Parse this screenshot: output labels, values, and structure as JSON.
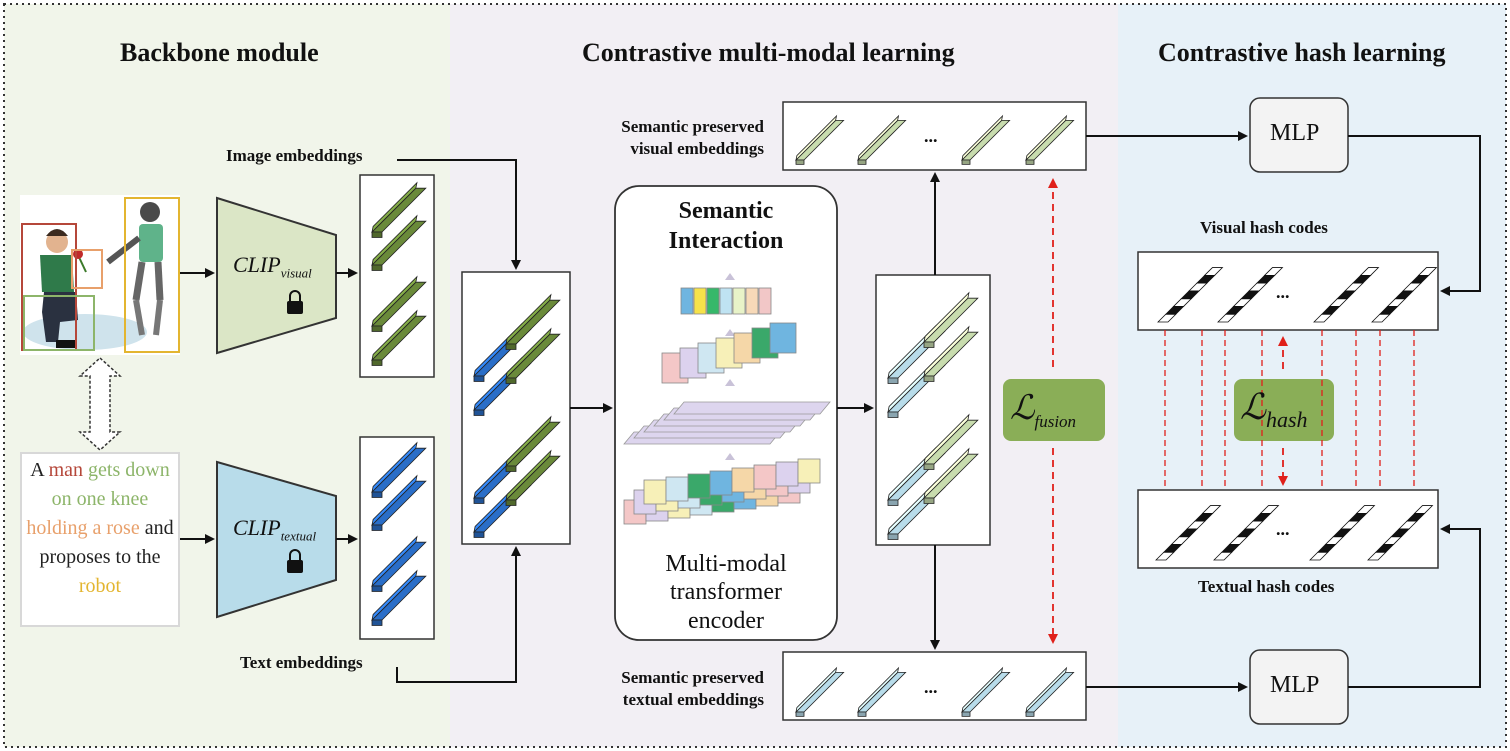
{
  "sections": {
    "backbone": "Backbone module",
    "multimodal": "Contrastive multi-modal learning",
    "hash": "Contrastive hash learning"
  },
  "backbone": {
    "image_embeddings_label": "Image embeddings",
    "text_embeddings_label": "Text embeddings",
    "clip_visual": {
      "main": "CLIP",
      "sub": "visual"
    },
    "clip_textual": {
      "main": "CLIP",
      "sub": "textual"
    },
    "caption_words": [
      {
        "text": "A ",
        "color": "#222222"
      },
      {
        "text": "man",
        "color": "#b5473a"
      },
      {
        "text": " ",
        "color": "#222222"
      },
      {
        "text": "gets down on one knee",
        "color": "#8db56a"
      },
      {
        "text": " ",
        "color": "#222222"
      },
      {
        "text": "holding a rose",
        "color": "#e8a06b"
      },
      {
        "text": " and proposes to the ",
        "color": "#222222"
      },
      {
        "text": "robot",
        "color": "#e3b530"
      }
    ]
  },
  "multimodal": {
    "semantic_interaction_line1": "Semantic",
    "semantic_interaction_line2": "Interaction",
    "encoder_line1": "Multi-modal",
    "encoder_line2": "transformer",
    "encoder_line3": "encoder",
    "visual_preserved_line1": "Semantic preserved",
    "visual_preserved_line2": "visual embeddings",
    "textual_preserved_line1": "Semantic preserved",
    "textual_preserved_line2": "textual embeddings",
    "loss_fusion": {
      "symbol": "ℒ",
      "sub": "fusion"
    },
    "ellipsis": "..."
  },
  "hash": {
    "mlp_top": "MLP",
    "mlp_bottom": "MLP",
    "visual_hash_label": "Visual hash codes",
    "textual_hash_label": "Textual hash codes",
    "loss_hash": {
      "symbol": "ℒ",
      "sub": "hash"
    },
    "ellipsis": "..."
  },
  "colors": {
    "bg_backbone": "#f1f5ea",
    "bg_multimodal": "#f2eff4",
    "bg_hash": "#e7f1f8",
    "green_bar": "#6a8a3a",
    "blue_bar": "#2a6ec8",
    "light_green_bar": "#c8dcae",
    "light_blue_bar": "#b8dcea",
    "loss_box": "#8aae57",
    "red_dash": "#e0201a"
  }
}
